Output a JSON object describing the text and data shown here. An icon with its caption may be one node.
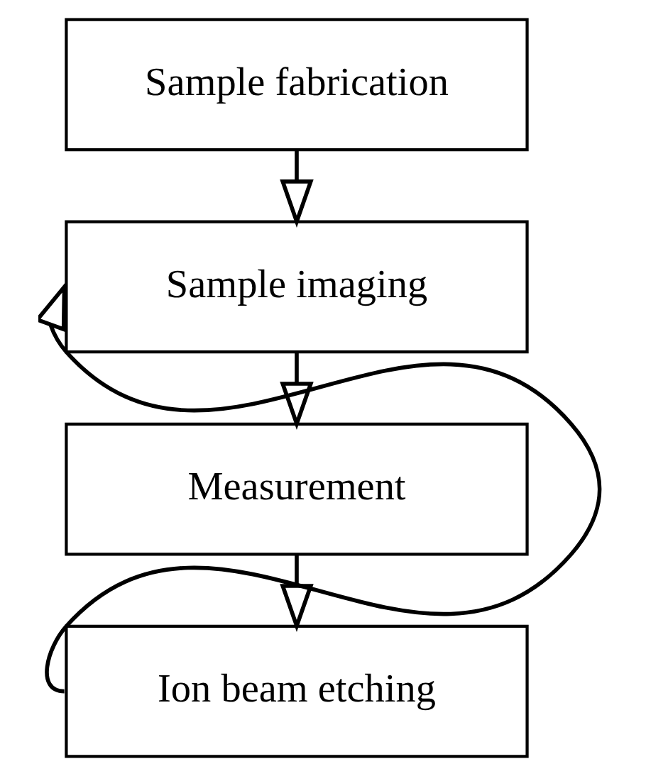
{
  "diagram": {
    "nodes": [
      {
        "text": [
          "Sample fabrication"
        ]
      },
      {
        "text": [
          "Sample imaging"
        ]
      },
      {
        "text": [
          "Measurement"
        ]
      },
      {
        "text": [
          "Ion beam etching"
        ]
      }
    ],
    "edges": [
      {
        "from": 0,
        "to": 1,
        "arrow": "to"
      },
      {
        "from": 1,
        "to": 2,
        "arrow": "to"
      },
      {
        "from": 2,
        "to": 3,
        "arrow": "to"
      },
      {
        "from": 3,
        "to": 1,
        "arrow": "to"
      }
    ]
  }
}
